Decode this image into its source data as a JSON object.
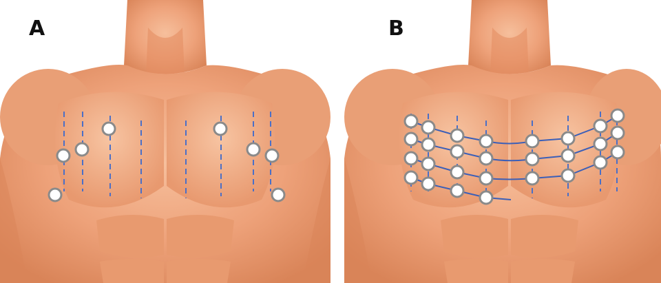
{
  "panels": [
    {
      "label": "A",
      "description_name": "sparse-electrode-layout"
    },
    {
      "label": "B",
      "description_name": "dense-electrode-grid"
    }
  ],
  "colors": {
    "skin_light": "#f3b18b",
    "skin_mid": "#e99a70",
    "skin_dark": "#c8744a",
    "guide_line": "#4a6fc7",
    "connector_line": "#3b5fb8",
    "electrode_fill": "#ffffff",
    "electrode_stroke": "#8a8a8a"
  },
  "icons": [
    "electrode-icon",
    "guide-line",
    "connector-wire"
  ]
}
